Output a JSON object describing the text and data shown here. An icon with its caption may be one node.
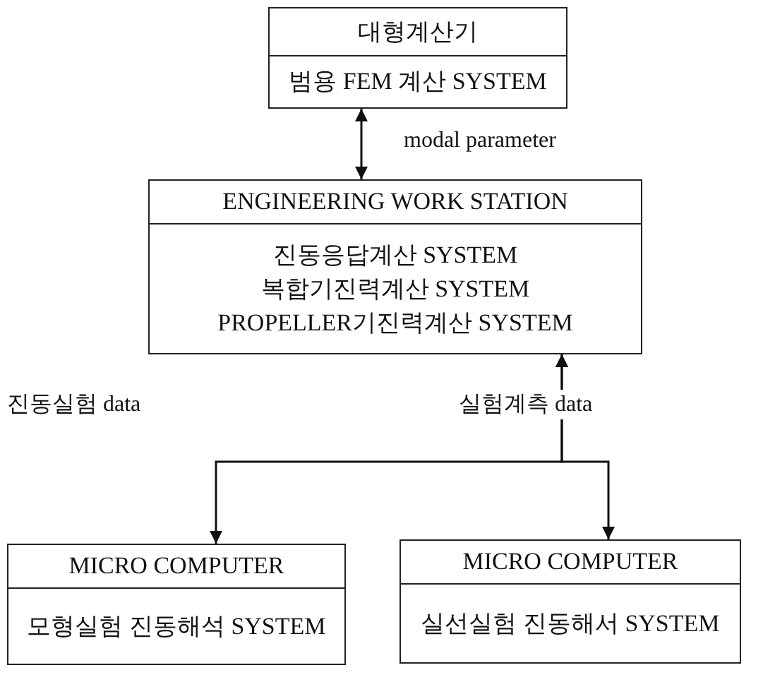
{
  "diagram": {
    "nodes": [
      {
        "text": [
          "대형계산기",
          "범용 FEM 계산 SYSTEM"
        ]
      },
      {
        "text": [
          "ENGINEERING WORK STATION",
          "진동응답계산 SYSTEM",
          "복합기진력계산 SYSTEM",
          "PROPELLER기진력계산 SYSTEM"
        ]
      },
      {
        "text": [
          "MICRO COMPUTER",
          "모형실험 진동해석 SYSTEM"
        ]
      },
      {
        "text": [
          "MICRO COMPUTER",
          "실선실험 진동해서 SYSTEM"
        ]
      }
    ],
    "edges": [
      {
        "from": 0,
        "to": 1,
        "arrow": "both",
        "label": "modal parameter"
      },
      {
        "from": 1,
        "to": 2,
        "arrow": "both",
        "label": "진동실험 data"
      },
      {
        "from": 1,
        "to": 3,
        "arrow": "both",
        "label": "실험계측 data"
      }
    ]
  }
}
